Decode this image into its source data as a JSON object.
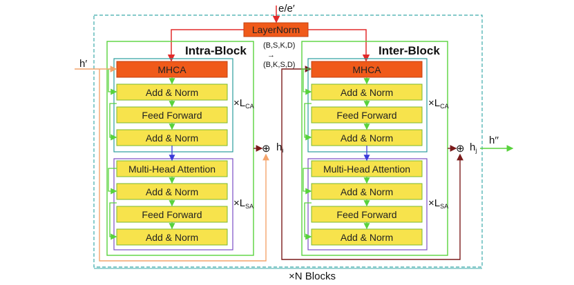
{
  "input_top": "e/e′",
  "layernorm_label": "LayerNorm",
  "reshape_from": "(B,S,K,D)",
  "reshape_arrow": "→",
  "reshape_to": "(B,K,S,D)",
  "input_left": "h′",
  "output_right": "h′′",
  "intra": {
    "title": "Intra-Block",
    "ca_blocks": [
      "MHCA",
      "Add & Norm",
      "Feed Forward",
      "Add & Norm"
    ],
    "sa_blocks": [
      "Multi-Head Attention",
      "Add & Norm",
      "Feed Forward",
      "Add & Norm"
    ],
    "ca_repeat": "×L",
    "ca_sub": "CA",
    "sa_repeat": "×L",
    "sa_sub": "SA",
    "hidden_symbol": "⊕",
    "hidden_label": "h",
    "hidden_sub": "i"
  },
  "inter": {
    "title": "Inter-Block",
    "ca_blocks": [
      "MHCA",
      "Add & Norm",
      "Feed Forward",
      "Add & Norm"
    ],
    "sa_blocks": [
      "Multi-Head Attention",
      "Add & Norm",
      "Feed Forward",
      "Add & Norm"
    ],
    "ca_repeat": "×L",
    "ca_sub": "CA",
    "sa_repeat": "×L",
    "sa_sub": "SA",
    "hidden_symbol": "⊕",
    "hidden_label": "h",
    "hidden_sub": "j"
  },
  "n_blocks_label": "×N Blocks",
  "colors": {
    "mhca": "#f05a1a",
    "block": "#f7e34c",
    "block_border": "#7ab82e",
    "green_arrow": "#58d23c",
    "red_arrow": "#e22a2a",
    "dark_red": "#7a1a1a",
    "orange": "#f4a46b",
    "teal": "#2a9c9c",
    "purple": "#7a4cc4",
    "dashed": "#3aa9a9"
  }
}
